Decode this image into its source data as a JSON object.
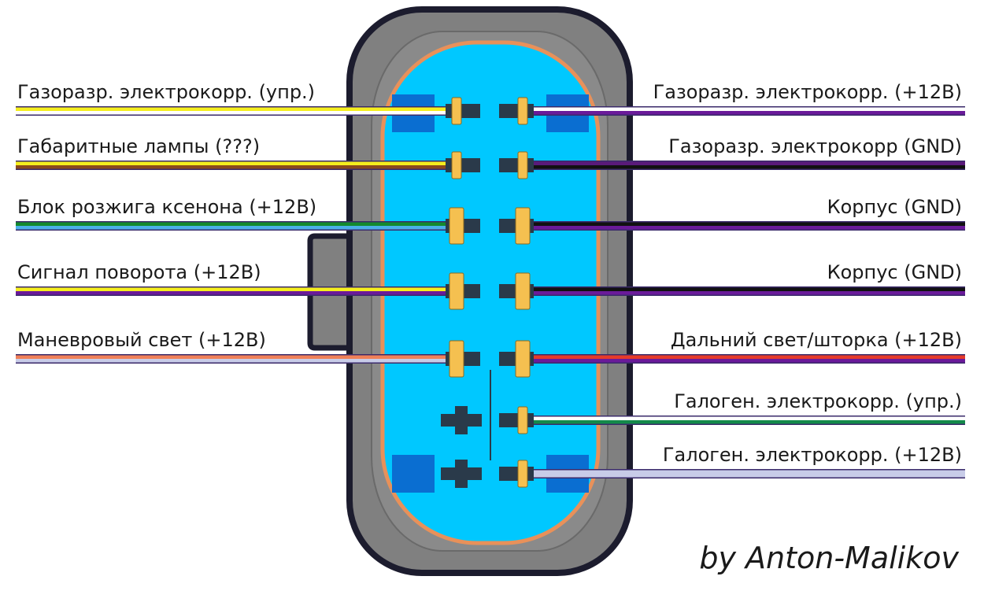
{
  "diagram": {
    "left_pins": [
      {
        "label": "Газоразр. электрокорр. (упр.)",
        "wire": [
          "#f5ee1e",
          "#ffffff"
        ]
      },
      {
        "label": "Габаритные лампы (???)",
        "wire": [
          "#f5ee1e",
          "#8b4a1c"
        ]
      },
      {
        "label": "Блок розжига ксенона (+12В)",
        "wire": [
          "#138a2e",
          "#4bb0e8"
        ]
      },
      {
        "label": "Сигнал поворота (+12В)",
        "wire": [
          "#f5ee1e",
          "#6a1a9a"
        ]
      },
      {
        "label": "Маневровый свет (+12В)",
        "wire": [
          "#f08058",
          "#c8cce8"
        ]
      }
    ],
    "right_pins": [
      {
        "label": "Газоразр. электрокорр. (+12В)",
        "wire": [
          "#ffffff",
          "#6a1a9a"
        ]
      },
      {
        "label": "Газоразр. электрокорр (GND)",
        "wire": [
          "#5a1a7a",
          "#111111"
        ]
      },
      {
        "label": "Корпус (GND)",
        "wire": [
          "#111111",
          "#6a1a9a"
        ]
      },
      {
        "label": "Корпус (GND)",
        "wire": [
          "#111111",
          "#6a1a9a"
        ]
      },
      {
        "label": "Дальний свет/шторка (+12В)",
        "wire": [
          "#e63a2a",
          "#6a1a9a"
        ]
      },
      {
        "label": "Галоген. электрокорр. (упр.)",
        "wire": [
          "#ffffff",
          "#138a4a"
        ]
      },
      {
        "label": "Галоген. электрокорр. (+12В)",
        "wire": [
          "#c8cce8",
          "#c8cce8"
        ]
      }
    ],
    "credit": "by Anton-Malikov",
    "colors": {
      "housing": "#808080",
      "housing_outline": "#1c1c2e",
      "face": "#00c8ff",
      "face_ring": "#e8915a",
      "terminal": "#f5c050",
      "socket": "#2a3a4a",
      "key_block": "#0a6ed1"
    }
  }
}
